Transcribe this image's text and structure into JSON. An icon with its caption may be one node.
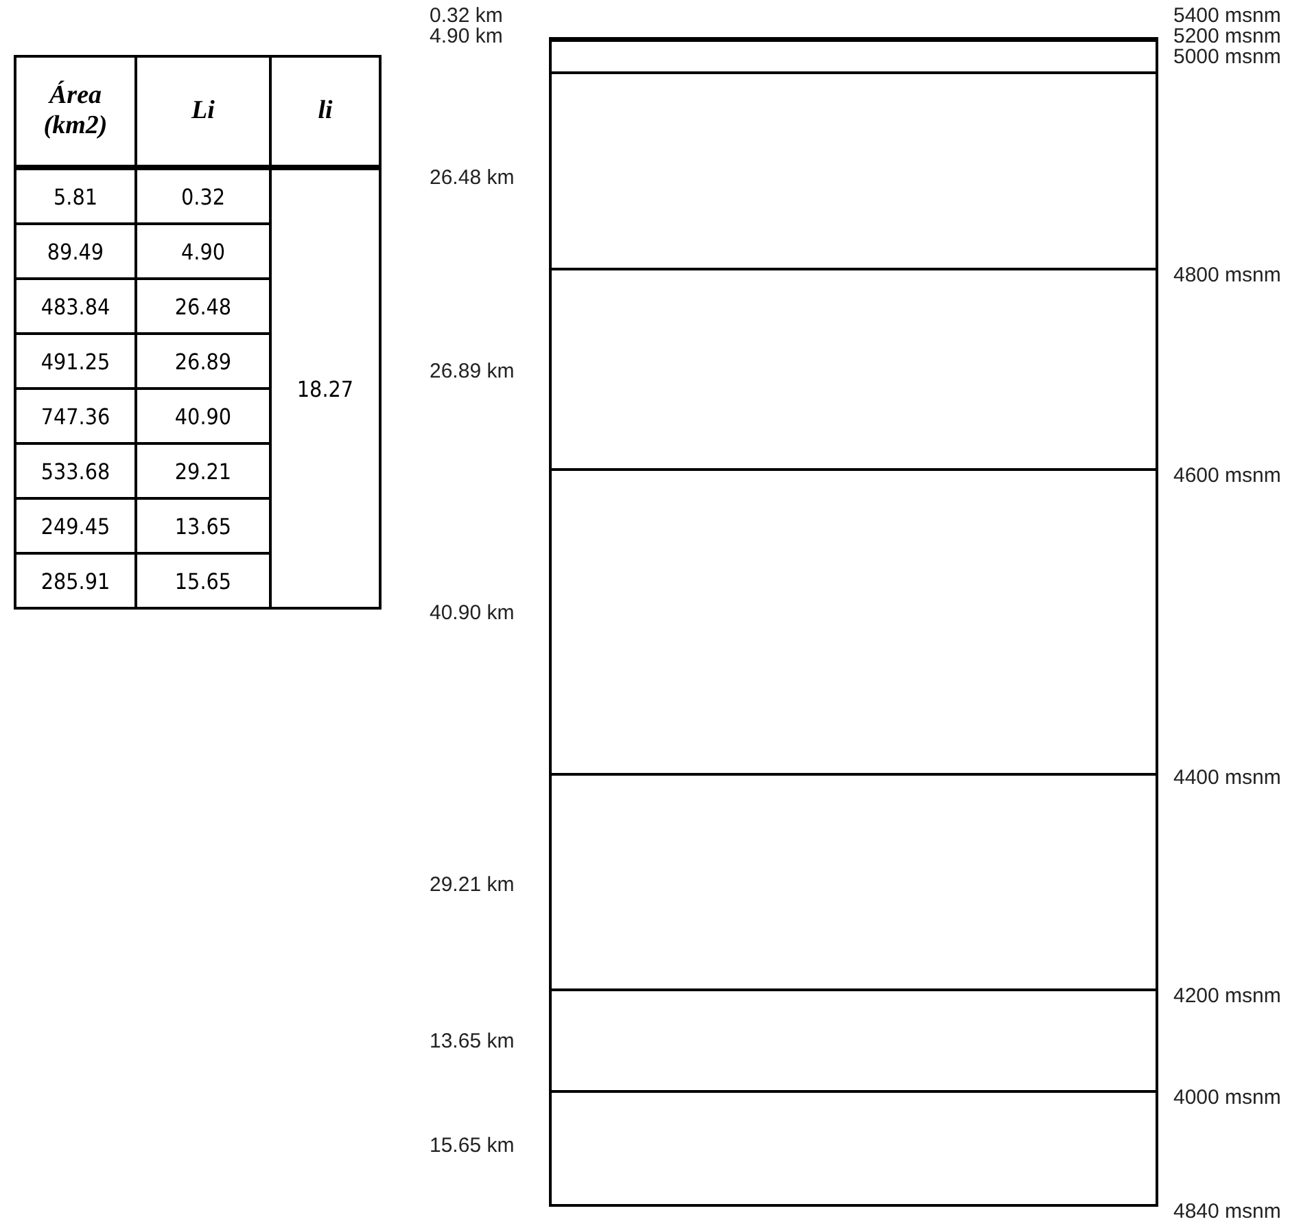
{
  "diagram": {
    "labels": [
      "Área (km2)",
      "Li",
      "li",
      "5.81",
      "0.32",
      "18.27",
      "89.49",
      "4.90",
      "483.84",
      "26.48",
      "491.25",
      "26.89",
      "747.36",
      "40.90",
      "533.68",
      "29.21",
      "249.45",
      "13.65",
      "285.91",
      "15.65",
      "0.32 km",
      "5400 msnm",
      "4.90 km",
      "5200 msnm",
      "5000 msnm",
      "26.48 km",
      "4800 msnm",
      "26.89 km",
      "4600 msnm",
      "40.90 km",
      "4400 msnm",
      "29.21 km",
      "4200 msnm",
      "13.65 km",
      "4000 msnm",
      "15.65 km",
      "4840 msnm"
    ]
  }
}
